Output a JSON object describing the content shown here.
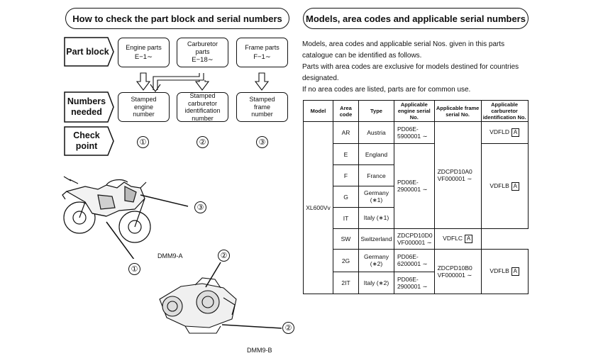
{
  "left": {
    "header": "How to check the part block and serial numbers",
    "part_block_label": "Part block",
    "numbers_needed_label": "Numbers needed",
    "check_point_label": "Check point",
    "part_blocks": [
      {
        "name": "Engine parts",
        "code": "E−1∼"
      },
      {
        "name": "Carburetor parts",
        "code": "E−18∼"
      },
      {
        "name": "Frame parts",
        "code": "F−1∼"
      }
    ],
    "numbers": [
      "Stamped engine number",
      "Stamped carburetor identification number",
      "Stamped frame number"
    ],
    "check_points": [
      "①",
      "②",
      "③"
    ],
    "callouts": {
      "motorcycle_3": "③",
      "motorcycle_1": "①",
      "carb_2a": "②",
      "carb_2b": "②"
    },
    "caption_a": "DMM9-A",
    "caption_b": "DMM9-B"
  },
  "right": {
    "header": "Models, area codes and applicable serial numbers",
    "para1": "Models, area codes and applicable serial Nos. given in this parts catalogue can be identified as follows.",
    "para2": "Parts with area codes are exclusive for models destined for countries designated.",
    "para3": "If no area codes are listed, parts are for common use.",
    "table": {
      "headers": [
        "Model",
        "Area code",
        "Type",
        "Applicable engine serial No.",
        "Applicable frame serial No.",
        "Applicable carburetor identification No."
      ],
      "model": "XL600Vv",
      "rows": [
        {
          "code": "AR",
          "type": "Austria"
        },
        {
          "code": "E",
          "type": "England"
        },
        {
          "code": "F",
          "type": "France"
        },
        {
          "code": "G",
          "type": "Germany (∗1)"
        },
        {
          "code": "IT",
          "type": "Italy (∗1)"
        },
        {
          "code": "SW",
          "type": "Switzerland"
        },
        {
          "code": "2G",
          "type": "Germany (∗2)"
        },
        {
          "code": "2IT",
          "type": "Italy (∗2)"
        }
      ],
      "engine": [
        "PD06E- 5900001 ∼",
        "PD06E- 2900001 ∼",
        "PD06E- 6200001 ∼",
        "PD06E- 2900001 ∼"
      ],
      "frame": [
        "ZDCPD10A0 VF000001 ∼",
        "ZDCPD10D0 VF000001 ∼",
        "ZDCPD10B0 VF000001 ∼"
      ],
      "carb": [
        {
          "id": "VDFLD",
          "mark": "A"
        },
        {
          "id": "VDFLB",
          "mark": "A"
        },
        {
          "id": "VDFLC",
          "mark": "A"
        },
        {
          "id": "VDFLB",
          "mark": "A"
        }
      ]
    }
  }
}
